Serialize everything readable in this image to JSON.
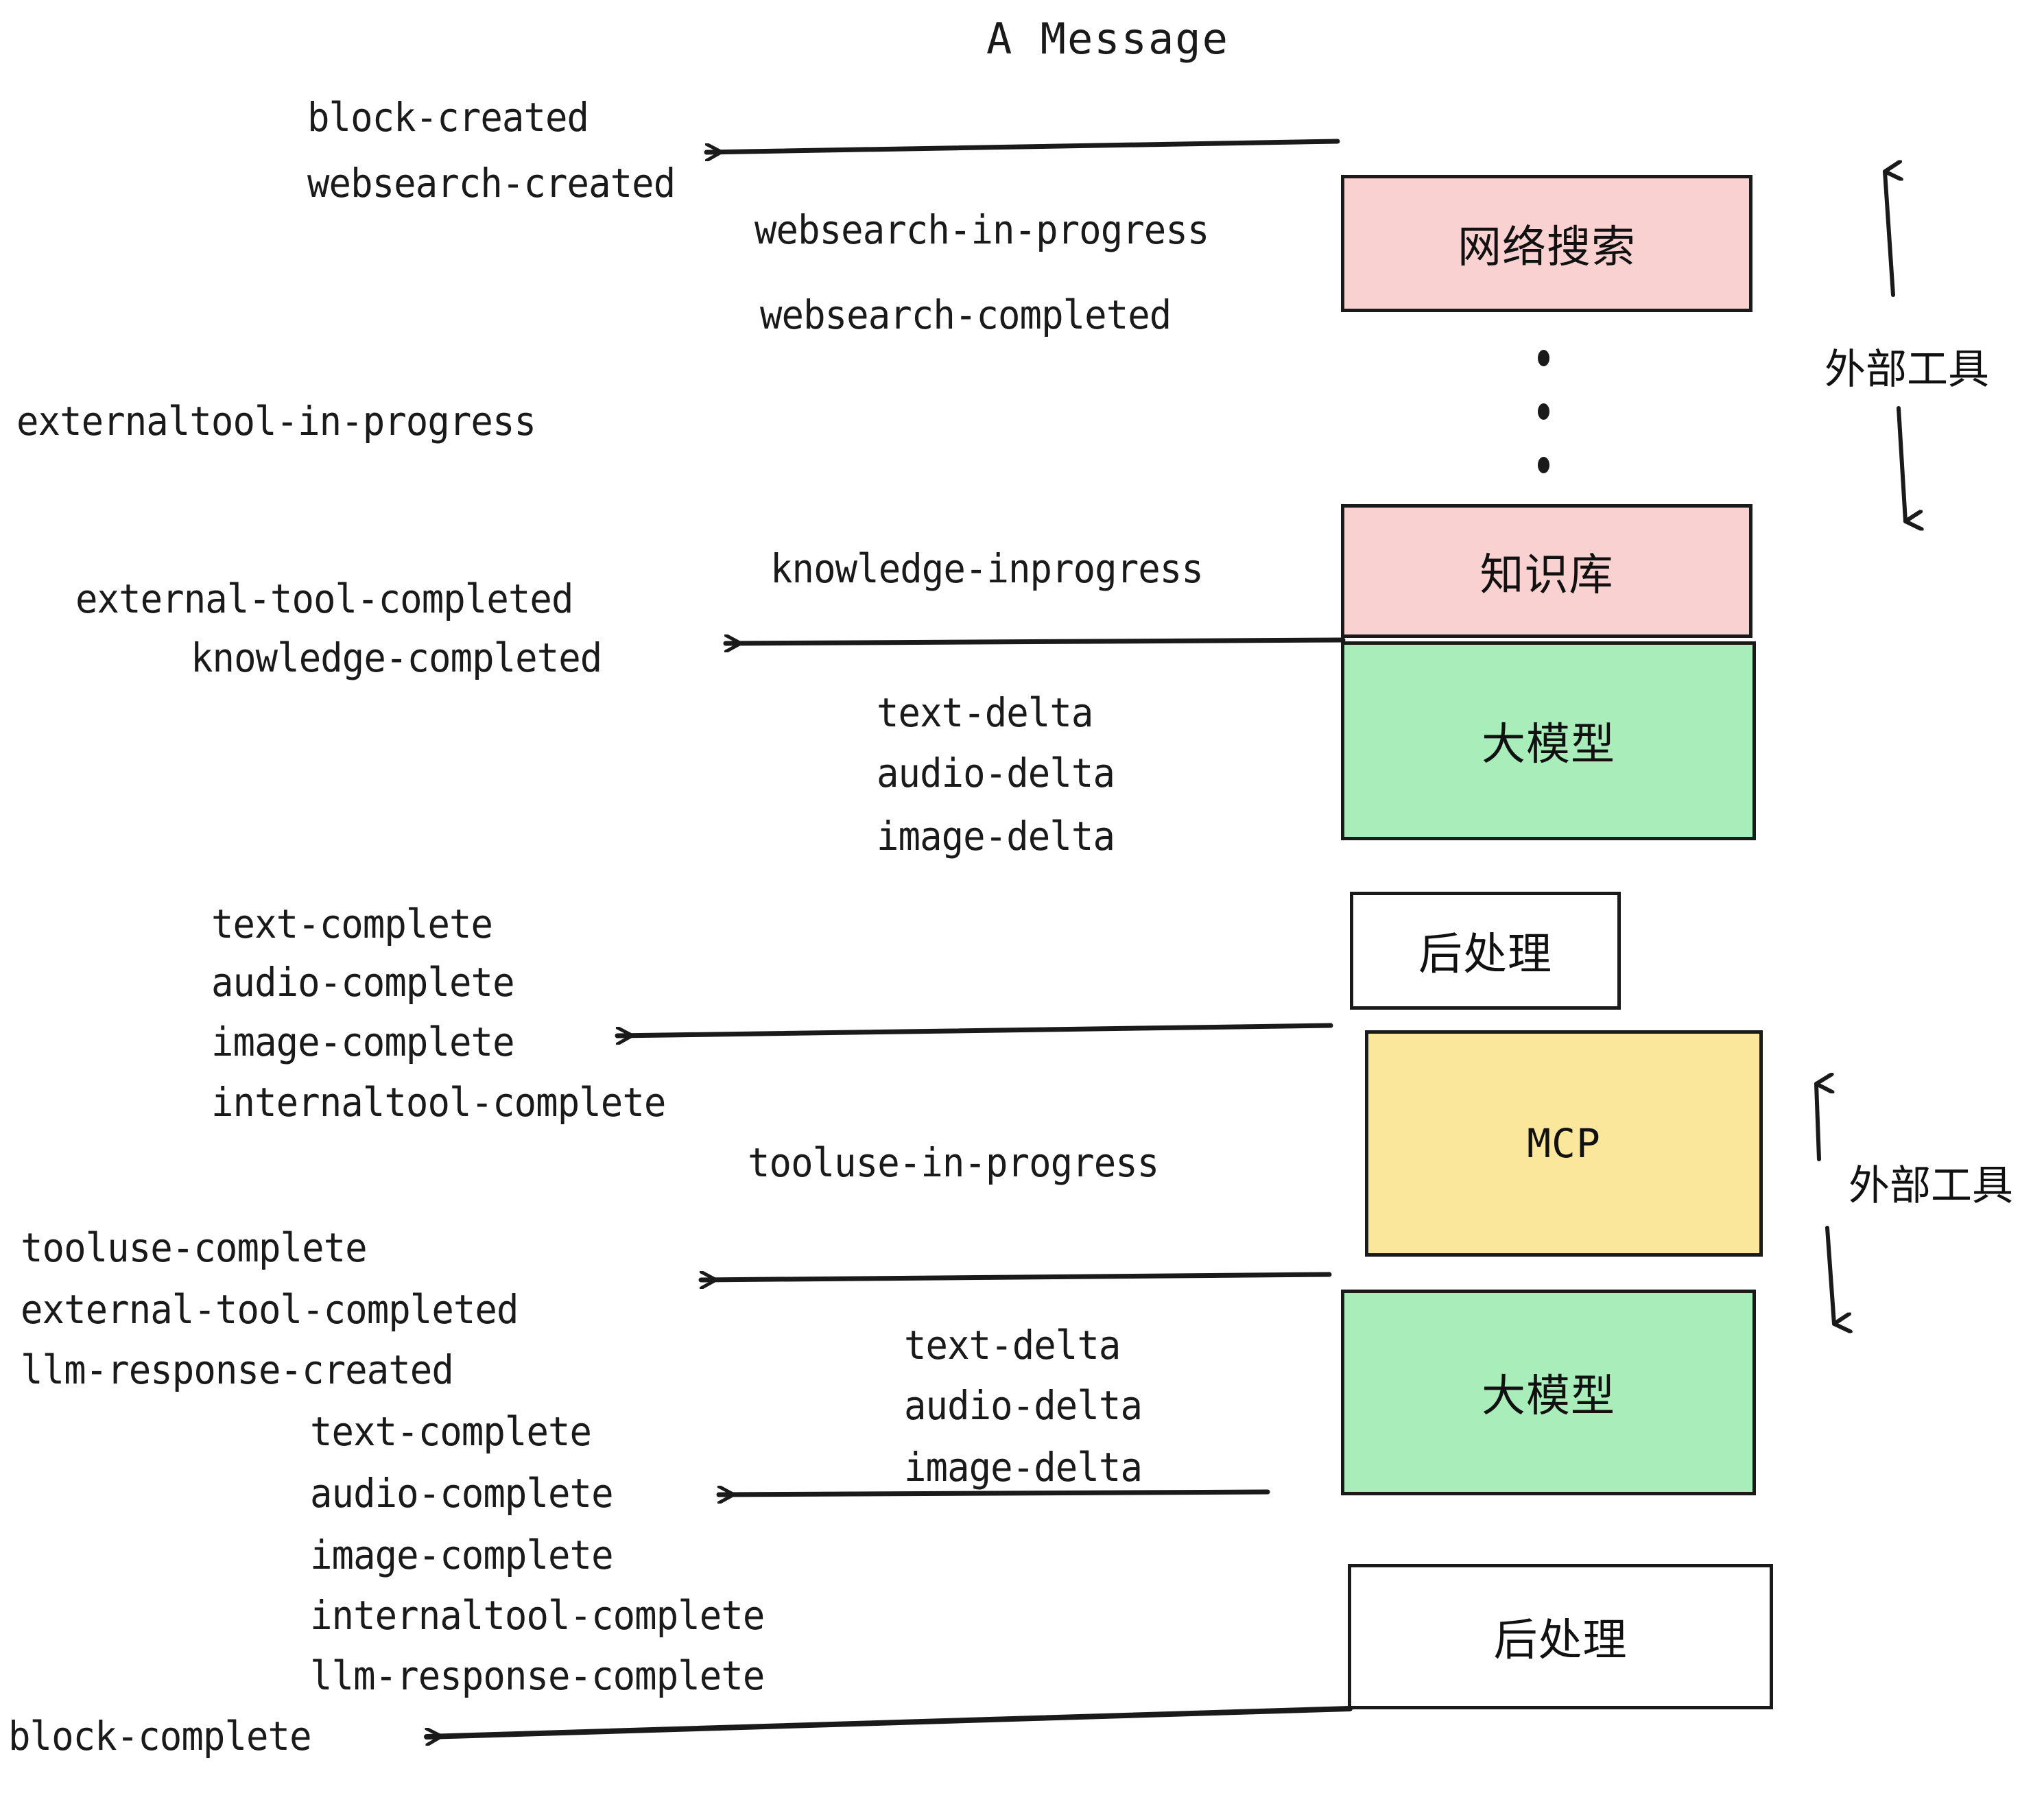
{
  "title": "A Message",
  "boxes": {
    "websearch": "网络搜索",
    "knowledge": "知识库",
    "llm_top": "大模型",
    "post_top": "后处理",
    "mcp": "MCP",
    "llm_bottom": "大模型",
    "post_bottom": "后处理"
  },
  "side_labels": {
    "external_tool_top": "外部工具",
    "external_tool_bottom": "外部工具"
  },
  "events": {
    "block_created": "block-created",
    "websearch_created": "websearch-created",
    "websearch_in_progress": "websearch-in-progress",
    "websearch_completed": "websearch-completed",
    "externaltool_in_progress": "externaltool-in-progress",
    "knowledge_inprogress": "knowledge-inprogress",
    "external_tool_completed_1": "external-tool-completed",
    "knowledge_completed": "knowledge-completed",
    "text_delta_1": "text-delta",
    "audio_delta_1": "audio-delta",
    "image_delta_1": "image-delta",
    "text_complete_1": "text-complete",
    "audio_complete_1": "audio-complete",
    "image_complete_1": "image-complete",
    "internaltool_complete_1": "internaltool-complete",
    "tooluse_in_progress": "tooluse-in-progress",
    "tooluse_complete": "tooluse-complete",
    "external_tool_completed_2": "external-tool-completed",
    "llm_response_created": "llm-response-created",
    "text_delta_2": "text-delta",
    "audio_delta_2": "audio-delta",
    "image_delta_2": "image-delta",
    "text_complete_2": "text-complete",
    "audio_complete_2": "audio-complete",
    "image_complete_2": "image-complete",
    "internaltool_complete_2": "internaltool-complete",
    "llm_response_complete": "llm-response-complete",
    "block_complete": "block-complete"
  },
  "colors": {
    "pink": "#fad1d1",
    "green": "#a9eeba",
    "yellow": "#fae79b",
    "white": "#ffffff",
    "stroke": "#1a1a1a",
    "background": "#ffffff"
  }
}
